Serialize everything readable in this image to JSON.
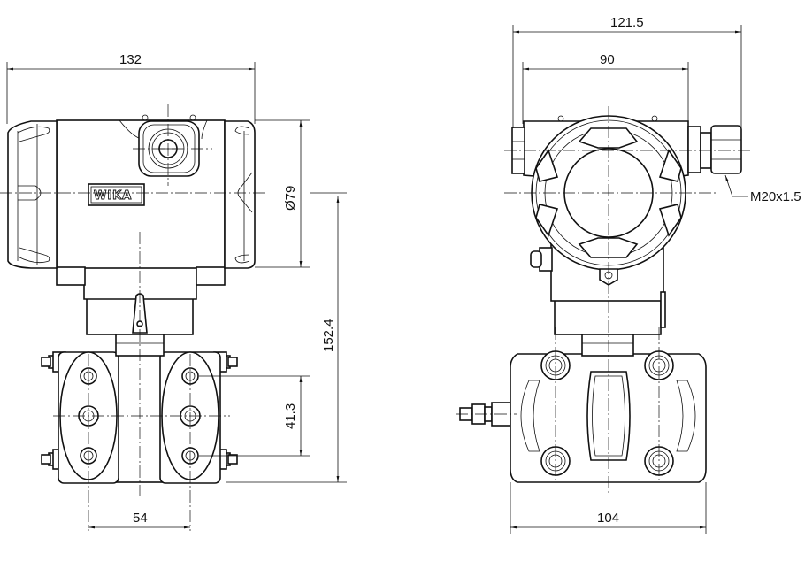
{
  "logo": "WIKA",
  "front_view": {
    "width_dim": "132",
    "housing_diameter_dim": "Ø79",
    "total_height_dim": "152.4",
    "port_spacing_dim": "41.3",
    "flange_spacing_dim": "54"
  },
  "side_view": {
    "overall_width_dim": "121.5",
    "housing_width_dim": "90",
    "thread_callout": "M20x1.5",
    "flange_width_dim": "104"
  }
}
